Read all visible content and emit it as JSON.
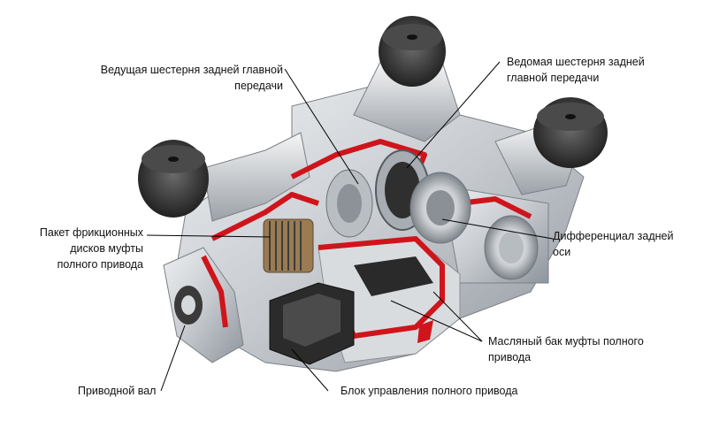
{
  "labels": {
    "drive_pinion": "Ведущая шестерня задней главной\nпередачи",
    "ring_gear": "Ведомая шестерня задней\nглавной передачи",
    "clutch_pack": "Пакет фрикционных\nдисков муфты\nполного привода",
    "rear_diff": "Дифференциал задней\nоси",
    "oil_reservoir": "Масляный бак муфты полного\nпривода",
    "drive_shaft": "Приводной вал",
    "control_unit": "Блок управления полного привода"
  },
  "colors": {
    "housing": "#c9cdd2",
    "housing_dark": "#8d9399",
    "cutaway": "#d0141b",
    "rubber": "#2a2a2a",
    "leader": "#000000"
  }
}
